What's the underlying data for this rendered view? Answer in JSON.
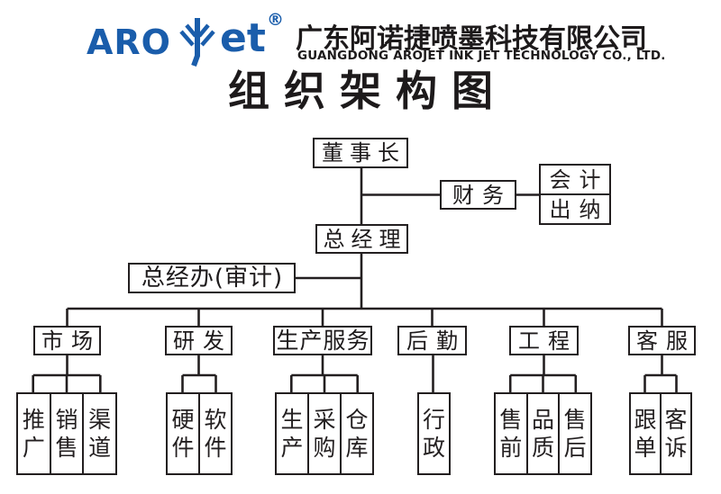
{
  "header": {
    "logo_left": "ARO",
    "logo_right": "et",
    "registered_mark": "®",
    "company_name_cn": "广东阿诺捷喷墨科技有限公司",
    "company_name_en": "GUANGDONG AROJET INK JET TECHNOLOGY CO., LTD."
  },
  "title": "组织架构图",
  "org": {
    "chairman": "董事长",
    "finance": "财务",
    "finance_children": [
      "会计",
      "出纳"
    ],
    "general_manager": "总经理",
    "gm_office": "总经办(审计)",
    "departments": [
      {
        "label": "市场",
        "children": [
          "推广",
          "销售",
          "渠道"
        ]
      },
      {
        "label": "研发",
        "children": [
          "硬件",
          "软件"
        ]
      },
      {
        "label": "生产服务",
        "children": [
          "生产",
          "采购",
          "仓库"
        ]
      },
      {
        "label": "后勤",
        "children": [
          "行政"
        ]
      },
      {
        "label": "工程",
        "children": [
          "售前",
          "品质",
          "售后"
        ]
      },
      {
        "label": "客服",
        "children": [
          "跟单",
          "客诉"
        ]
      }
    ]
  },
  "colors": {
    "brand_blue": "#1a5dab",
    "ink": "#231f20"
  }
}
